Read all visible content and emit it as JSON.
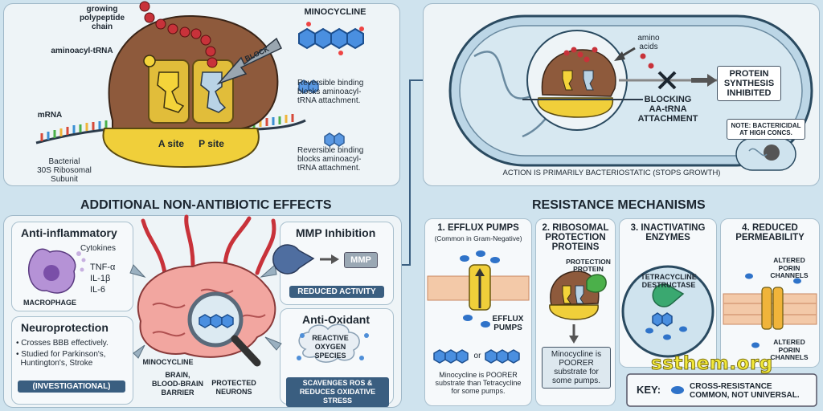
{
  "translation": {
    "growing_chain": "growing\npolypeptide\nchain",
    "aminoacyl_trna": "aminoacyl-tRNA",
    "mrna": "mRNA",
    "block": "BLOCK",
    "a_site": "A site",
    "p_site": "P site",
    "bacterial_subunit": "Bacterial\n30S Ribosomal\nSubunit",
    "minocycline": "MINOCYCLINE",
    "desc_1": "Reversible binding\nblocks aminoacyl-\ntRNA attachment.",
    "desc_2": "Reversible binding\nblocks aminoacyl-\ntRNA attachment."
  },
  "bacteria": {
    "amino_acids": "amino\nacids",
    "blocking": "BLOCKING\nAA-tRNA\nATTACHMENT",
    "protein_inhibited": "PROTEIN\nSYNTHESIS\nINHIBITED",
    "note": "NOTE: BACTERICIDAL\nAT HIGH CONCS.",
    "action": "ACTION IS PRIMARILY BACTERIOSTATIC (STOPS GROWTH)"
  },
  "non_antibiotic": {
    "section_title": "ADDITIONAL NON-ANTIBIOTIC EFFECTS",
    "anti_inflammatory": "Anti-inflammatory",
    "cytokines": "Cytokines",
    "tnf": "TNF-α",
    "il1": "IL-1β",
    "il6": "IL-6",
    "macrophage": "MACROPHAGE",
    "mmp_title": "MMP Inhibition",
    "mmp": "MMP",
    "reduced_activity": "REDUCED ACTIVITY",
    "neuro_title": "Neuroprotection",
    "neuro_b1": "• Crosses BBB effectively.",
    "neuro_b2": "• Studied for Parkinson's,\n  Huntington's, Stroke",
    "investigational": "(INVESTIGATIONAL)",
    "minocycline": "MINOCYCLINE",
    "bbb": "BRAIN,\nBLOOD-BRAIN\nBARRIER",
    "protected": "PROTECTED\nNEURONS",
    "antiox_title": "Anti-Oxidant",
    "ros": "REACTIVE\nOXYGEN\nSPECIES",
    "scavenges": "SCAVENGES ROS &\nREDUCES OXIDATIVE STRESS"
  },
  "resistance": {
    "section_title": "RESISTANCE MECHANISMS",
    "efflux_title": "1. EFFLUX PUMPS",
    "efflux_sub": "(Common in Gram-Negative)",
    "efflux_label": "EFFLUX\nPUMPS",
    "or": "or",
    "efflux_desc": "Minocycline is POORER\nsubstrate than Tetracycline\nfor some pumps.",
    "ribo_title": "2. RIBOSOMAL\nPROTECTION\nPROTEINS",
    "protection_protein": "PROTECTION\nPROTEIN",
    "ribo_desc": "Minocycline is\nPOORER\nsubstrate for\nsome pumps.",
    "enz_title": "3. INACTIVATING\nENZYMES",
    "destructase": "TETRACYCLINE\nDESTRUCTASE",
    "perm_title": "4. REDUCED\nPERMEABILITY",
    "altered_1": "ALTERED\nPORIN\nCHANNELS",
    "altered_2": "ALTERED\nPORIN\nCHANNELS",
    "key": "KEY:",
    "key_desc": "CROSS-RESISTANCE\nCOMMON, NOT UNIVERSAL."
  },
  "watermark": "ssthem.org",
  "colors": {
    "ribosome": "#8e5a3c",
    "subunit": "#f0cf3a",
    "trna_yellow": "#f4d43a",
    "trna_blue": "#b9d3e6",
    "navy": "#3a5e80",
    "drug_blue": "#2f73c9",
    "beads": "#c8323a"
  }
}
